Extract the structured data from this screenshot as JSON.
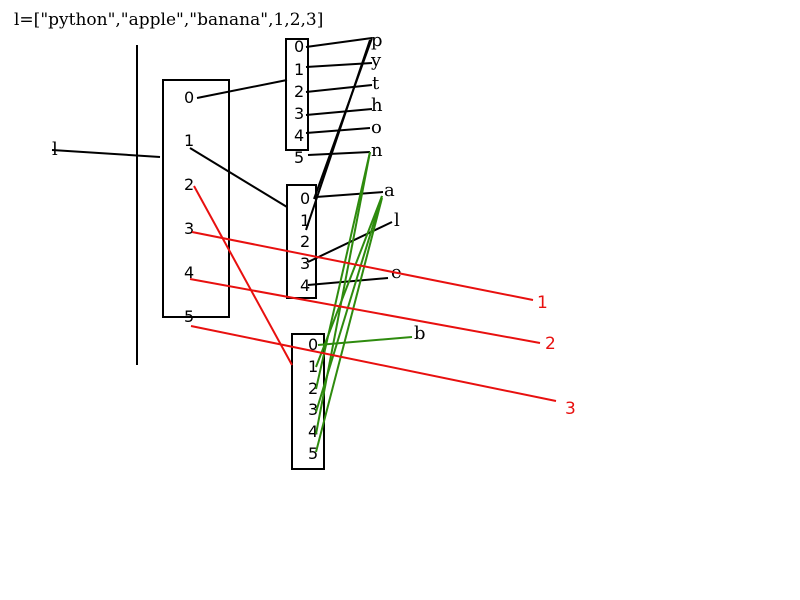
{
  "title": "l=[\"python\",\"apple\",\"banana\",1,2,3]",
  "variable_name": "l",
  "outer_list": {
    "indices": [
      "0",
      "1",
      "2",
      "3",
      "4",
      "5"
    ]
  },
  "python_list": {
    "indices": [
      "0",
      "1",
      "2",
      "3",
      "4",
      "5"
    ],
    "chars": [
      "p",
      "y",
      "t",
      "h",
      "o",
      "n"
    ]
  },
  "apple_list": {
    "indices": [
      "0",
      "1",
      "2",
      "3",
      "4"
    ],
    "chars": [
      "a",
      "l",
      "e"
    ]
  },
  "banana_list": {
    "indices": [
      "0",
      "1",
      "2",
      "3",
      "4",
      "5"
    ],
    "chars": [
      "b"
    ]
  },
  "int_values": [
    "1",
    "2",
    "3"
  ],
  "colors": {
    "black": "#000000",
    "red": "#e8100f",
    "green": "#2e8b0e"
  }
}
